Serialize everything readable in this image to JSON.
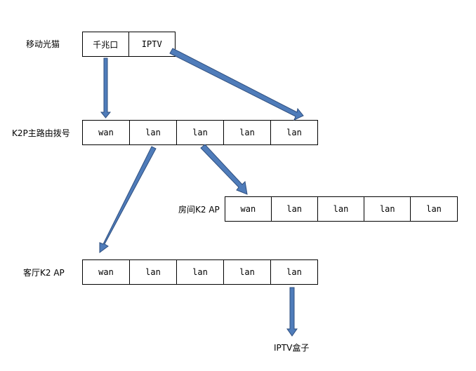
{
  "modem": {
    "label": "移动光猫",
    "ports": [
      "千兆口",
      "IPTV"
    ]
  },
  "main_router": {
    "label": "K2P主路由拨号",
    "ports": [
      "wan",
      "lan",
      "lan",
      "lan",
      "lan"
    ]
  },
  "room_ap": {
    "label": "房间K2 AP",
    "ports": [
      "wan",
      "lan",
      "lan",
      "lan",
      "lan"
    ]
  },
  "living_ap": {
    "label": "客厅K2 AP",
    "ports": [
      "wan",
      "lan",
      "lan",
      "lan",
      "lan"
    ]
  },
  "iptv_box": {
    "label": "IPTV盒子"
  },
  "colors": {
    "arrow_fill": "#4f7cba",
    "arrow_stroke": "#2f4f7f"
  }
}
